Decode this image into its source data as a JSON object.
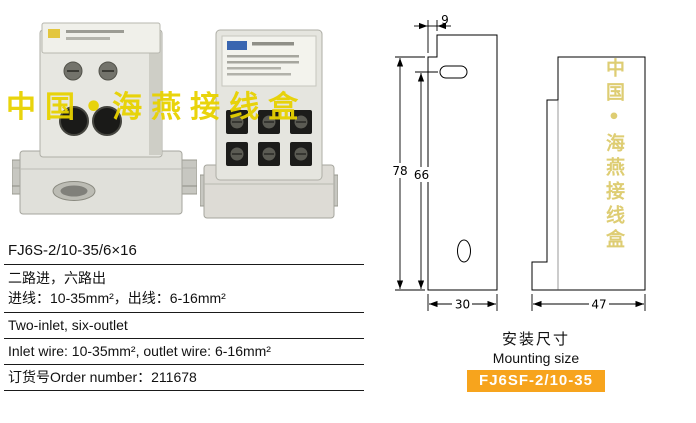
{
  "watermark": {
    "text": "中国•海燕接线盒",
    "color_horizontal": "#e8d200",
    "color_vertical": "#d8c45a"
  },
  "spec_table": {
    "model": "FJ6S-2/10-35/6×16",
    "desc_cn_line1": "二路进，六路出",
    "desc_cn_line2": "进线：10-35mm²，出线：6-16mm²",
    "desc_en_line1": "Two-inlet, six-outlet",
    "desc_en_line2": "Inlet wire: 10-35mm², outlet wire: 6-16mm²",
    "order_number": "订货号Order number：211678"
  },
  "drawing": {
    "front_view": {
      "dim_top_width": "9",
      "dim_total_height": "78",
      "dim_inner_height": "66",
      "dim_bottom_width": "30"
    },
    "side_view": {
      "dim_depth": "47"
    },
    "caption_cn": "安装尺寸",
    "caption_en": "Mounting size",
    "model_badge": "FJ6SF-2/10-35",
    "badge_color": "#f7a41d"
  }
}
